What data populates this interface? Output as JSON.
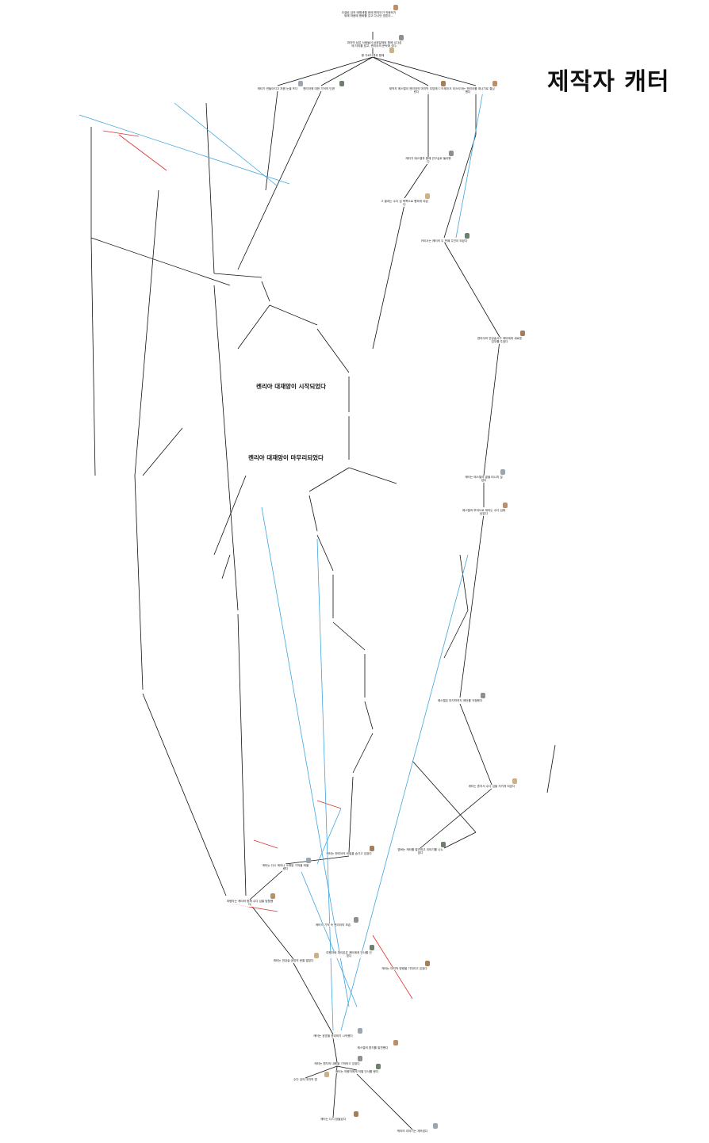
{
  "title": "제작자 캐터",
  "era_labels": {
    "start": "켄리아 대재앙이 시작되었다",
    "end": "켄리아 대재앙이 마무리되었다"
  },
  "colors": {
    "main_line": "#111111",
    "red_line": "#d9342b",
    "blue_line": "#3fa6dd"
  },
  "nodes": [
    {
      "id": "n1",
      "text": "오셀로 섬의 태평세월 중에 켄리아가 작동하기 위해 마음에 평화를 갖고 다니던 영혼이…"
    },
    {
      "id": "n2",
      "text": "마지막 남은 사람들이 삼위일체와 함께 수다섬에 자리를 잡고, 켄리아의 문턱에 섰다."
    },
    {
      "id": "n3",
      "text": "왕 가르디엔과 함께"
    },
    {
      "id": "n4",
      "text": "켄리아에 대한 기억의 단편"
    },
    {
      "id": "n5",
      "text": "제작자 에스텔이 켄리아의 마지막 무덤에 다다랐다"
    },
    {
      "id": "n6",
      "text": "캐터가 만들어지고 처음 눈을 뜨다"
    },
    {
      "id": "n7",
      "text": "드레이크 리스티아는 켄리아를 떠나기로 결심했다"
    },
    {
      "id": "n8",
      "text": "캐터가 에스텔과 함께 연구실로 돌아왔다"
    },
    {
      "id": "n9",
      "text": "그 결과는 수다 섬 북쪽으로 향하게 되었다"
    },
    {
      "id": "n10",
      "text": "카이사는 캐터의 두 번째 주인이 되었다"
    },
    {
      "id": "n11",
      "text": "켄리아의 연금술사가 캐터에게 새로운 임무를 주었다"
    },
    {
      "id": "n12",
      "text": "캐터는 에스텔의 곁을 떠나지 않았다"
    },
    {
      "id": "n13",
      "text": "에스텔의 부탁으로 캐터는 수다 섬에 남았다"
    },
    {
      "id": "n14",
      "text": "에스텔은 마지막까지 캐터를 걱정했다"
    },
    {
      "id": "n15",
      "text": "캐터는 혼자서 수다 섬을 지키게 되었다"
    },
    {
      "id": "n16",
      "text": "앰버는 캐터를 발견하고 이야기를 나누었다"
    },
    {
      "id": "n17",
      "text": "캐터는 켄리아의 비밀을 숨기고 있었다"
    },
    {
      "id": "n18",
      "text": "캐터는 다시 깨어나 오래된 기억을 떠올렸다"
    },
    {
      "id": "n19",
      "text": "여행자는 캐터와 함께 수다 섬을 탐험했다"
    },
    {
      "id": "n20",
      "text": "캐터의 기억 속 켄리아의 모습"
    },
    {
      "id": "n21",
      "text": "캐터는 연금술 공방의 문을 열었다"
    },
    {
      "id": "n22",
      "text": "여행자와 파이몬은 캐터에게 인사를 건넸다"
    },
    {
      "id": "n23",
      "text": "캐터는 마지막 명령을 기다리고 있었다"
    },
    {
      "id": "n24",
      "text": "캐터는 공방을 정리하기 시작했다"
    },
    {
      "id": "n25",
      "text": "에스텔의 편지를 발견했다"
    },
    {
      "id": "n26",
      "text": "캐터는 편지의 내용을 기억하고 있었다"
    },
    {
      "id": "n27",
      "text": "수다 섬의 마지막 밤"
    },
    {
      "id": "n28",
      "text": "캐터는 여행자에게 작별 인사를 했다"
    },
    {
      "id": "n29",
      "text": "캐터는 다시 잠들었다"
    },
    {
      "id": "n30",
      "text": "캐터의 이야기는 계속된다"
    }
  ]
}
